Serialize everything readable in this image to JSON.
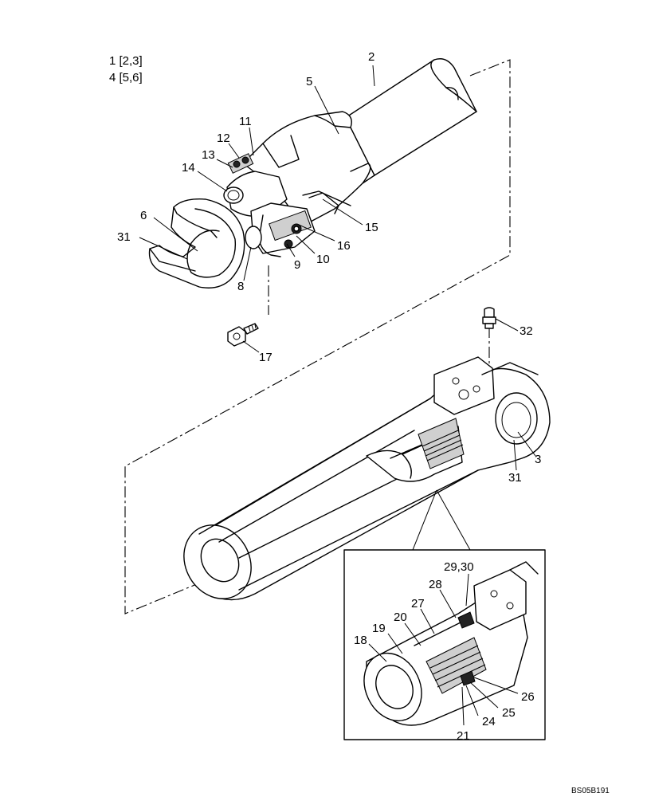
{
  "notes": [
    "1 [2,3]",
    "4 [5,6]"
  ],
  "drawing_code": "BS05B191",
  "parts": {
    "p2": "2",
    "p5": "5",
    "p11": "11",
    "p12": "12",
    "p13": "13",
    "p14": "14",
    "p6": "6",
    "p31a": "31",
    "p15": "15",
    "p16": "16",
    "p10": "10",
    "p9": "9",
    "p8": "8",
    "p17": "17",
    "p32": "32",
    "p3": "3",
    "p31b": "31",
    "p29_30": "29,30",
    "p28": "28",
    "p27": "27",
    "p20": "20",
    "p19": "19",
    "p18": "18",
    "p26": "26",
    "p25": "25",
    "p24": "24",
    "p21": "21"
  }
}
